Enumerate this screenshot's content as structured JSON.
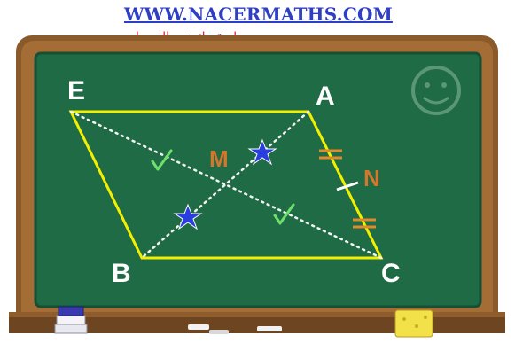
{
  "header": {
    "site_url": "WWW.NACERMATHS.COM",
    "slogan": "طريقـــك نحو النجـــاح"
  },
  "figure": {
    "points": {
      "A": "A",
      "B": "B",
      "C": "C",
      "E": "E",
      "M": "M",
      "N": "N"
    },
    "colors": {
      "board": "#1f6b45",
      "frame": "#8a5a2b",
      "edges": "#f2f000",
      "diagonals": "#f4f4f4",
      "labels": "#ffffff",
      "midpoint_labels": "#d2772d",
      "tick_marks": "#e08a2a",
      "stars": "#2a3ee0",
      "check_marks": "#6ee06b"
    },
    "decorations": {
      "smiley": "smiley-icon",
      "chalk": "chalk-icon",
      "sponge": "sponge-icon",
      "books": "books-icon"
    }
  }
}
